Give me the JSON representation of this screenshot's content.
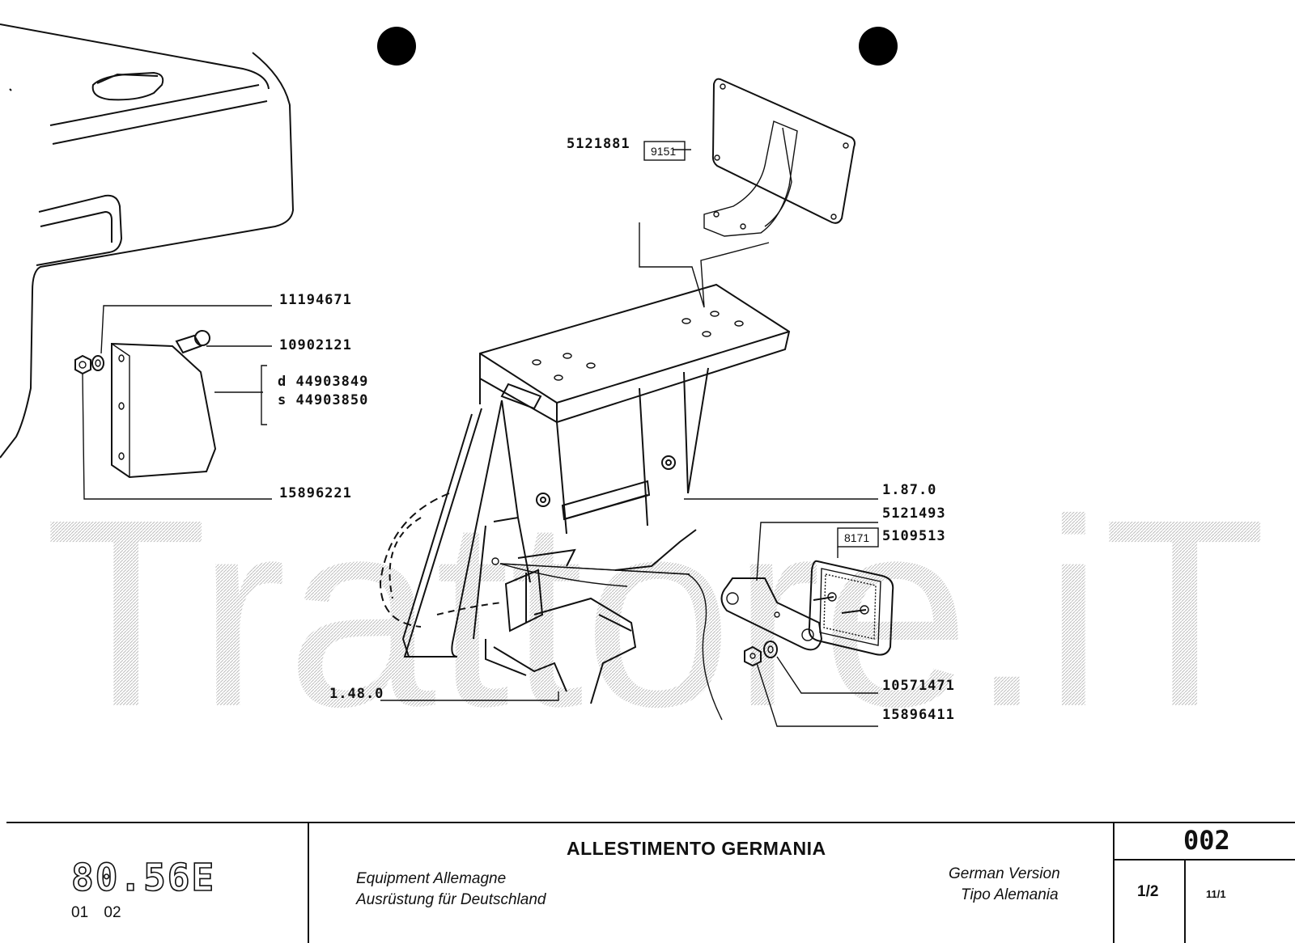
{
  "watermark": "Trattore.iT",
  "part_numbers": {
    "p5121881": "5121881",
    "box9151": "9151",
    "p11194671": "11194671",
    "p10902121": "10902121",
    "p44903849": "d 44903849",
    "p44903850": "s 44903850",
    "p15896221": "15896221",
    "ref1870": "1.87.0",
    "p5121493": "5121493",
    "box8171": "8171",
    "p5109513": "5109513",
    "p10571471": "10571471",
    "p15896411": "15896411",
    "ref1480": "1.48.0"
  },
  "title_block": {
    "model": "80.56E",
    "model_sub": "01 02",
    "title": "ALLESTIMENTO GERMANIA",
    "fr": "Equipment Allemagne",
    "de": "Ausrüstung für Deutschland",
    "en": "German Version",
    "es": "Tipo Alemania",
    "page": "002",
    "sheet": "1/2",
    "revision": "11/1"
  }
}
